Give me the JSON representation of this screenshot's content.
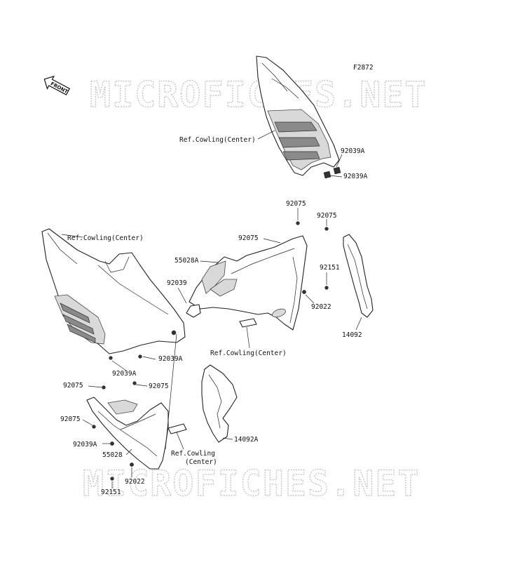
{
  "diagram": {
    "figure_code": "F2872",
    "direction_label": "FRONT",
    "watermarks": [
      "MICROFICHES.NET",
      "MICROFICHES.NET"
    ],
    "callouts": [
      {
        "id": "ref-cowling-top",
        "text": "Ref.Cowling(Center)"
      },
      {
        "id": "92039a-upper-1",
        "text": "92039A"
      },
      {
        "id": "92039a-upper-2",
        "text": "92039A"
      },
      {
        "id": "92075-a",
        "text": "92075"
      },
      {
        "id": "92075-b",
        "text": "92075"
      },
      {
        "id": "92075-c",
        "text": "92075"
      },
      {
        "id": "ref-cowling-left",
        "text": "Ref.Cowling(Center)"
      },
      {
        "id": "55028a",
        "text": "55028A"
      },
      {
        "id": "92039",
        "text": "92039"
      },
      {
        "id": "92151-right",
        "text": "92151"
      },
      {
        "id": "92022-right",
        "text": "92022"
      },
      {
        "id": "14092",
        "text": "14092"
      },
      {
        "id": "ref-cowling-mid",
        "text": "Ref.Cowling(Center)"
      },
      {
        "id": "92039a-mid-1",
        "text": "92039A"
      },
      {
        "id": "92039a-mid-2",
        "text": "92039A"
      },
      {
        "id": "92075-d",
        "text": "92075"
      },
      {
        "id": "92075-e",
        "text": "92075"
      },
      {
        "id": "92075-f",
        "text": "92075"
      },
      {
        "id": "92039a-lower",
        "text": "92039A"
      },
      {
        "id": "55028",
        "text": "55028"
      },
      {
        "id": "ref-cowling-bottom-1",
        "text": "Ref.Cowling"
      },
      {
        "id": "ref-cowling-bottom-2",
        "text": "(Center)"
      },
      {
        "id": "14092a",
        "text": "14092A"
      },
      {
        "id": "92022-lower",
        "text": "92022"
      },
      {
        "id": "92151-lower",
        "text": "92151"
      }
    ]
  }
}
